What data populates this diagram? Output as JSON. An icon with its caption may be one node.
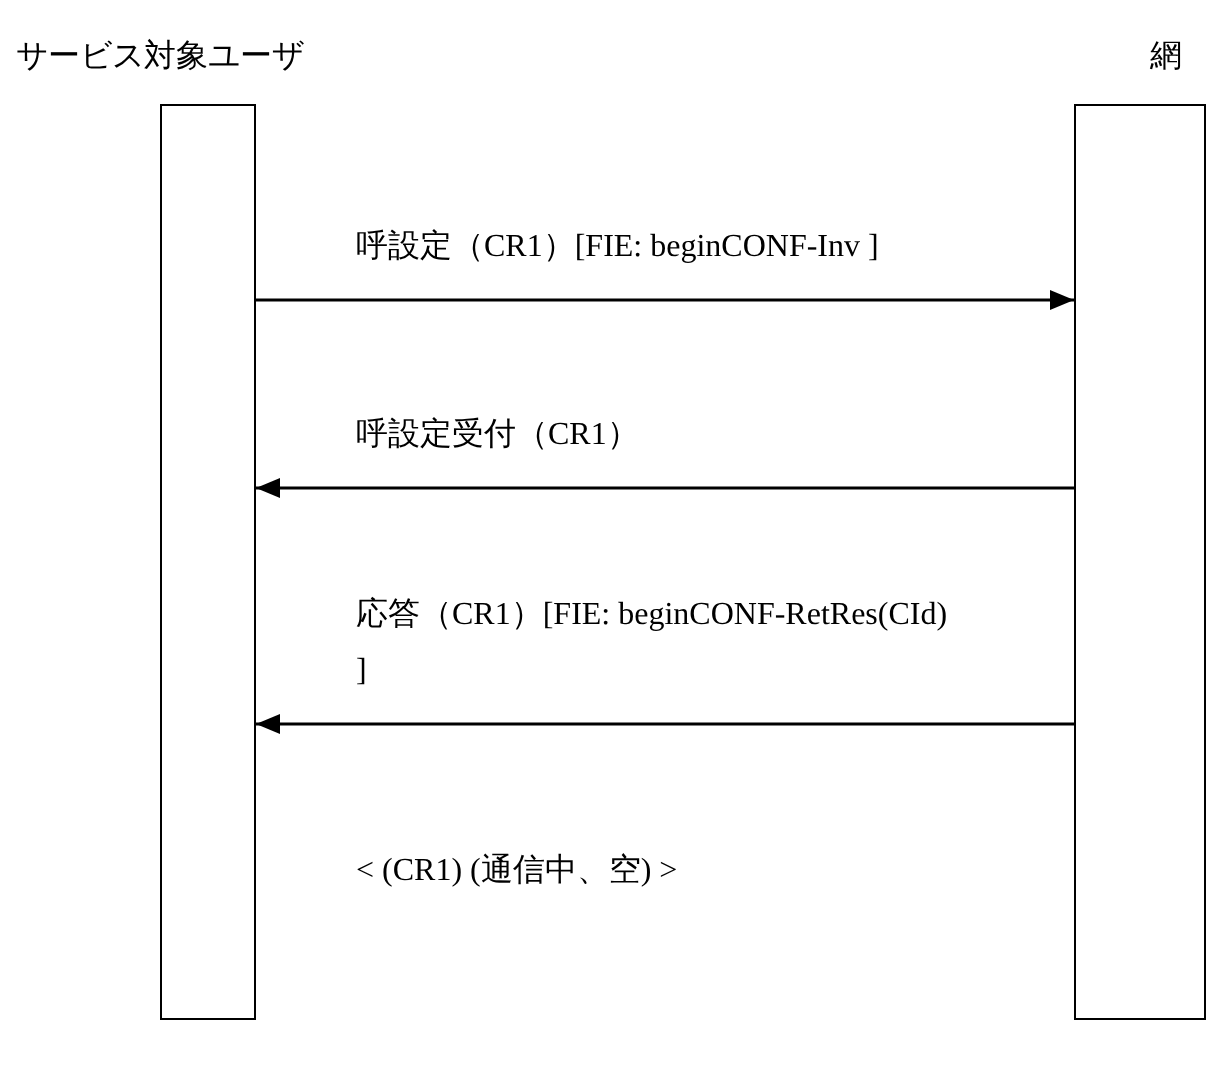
{
  "diagram": {
    "nodes": [
      {
        "text": [
          "サービス対象ユーザ"
        ]
      },
      {
        "text": [
          "網"
        ]
      }
    ],
    "edges": [
      {
        "from": 0,
        "to": 1,
        "arrow": "to",
        "label": "呼設定（CR1）[FIE: beginCONF-Inv ]"
      },
      {
        "from": 1,
        "to": 0,
        "arrow": "to",
        "label": "呼設定受付（CR1）"
      },
      {
        "from": 1,
        "to": 0,
        "arrow": "to",
        "label": "応答（CR1）[FIE: beginCONF-RetRes(CId) ]"
      }
    ],
    "labels": [
      "< (CR1) (通信中、空) >"
    ]
  }
}
